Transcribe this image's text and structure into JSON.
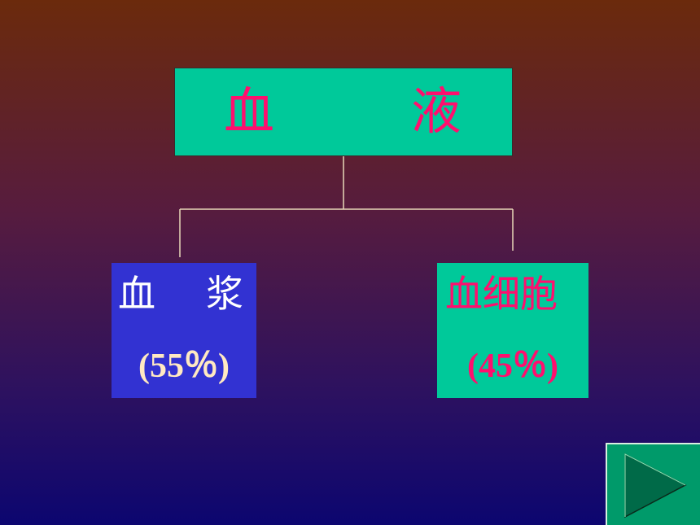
{
  "root": {
    "char_1": "血",
    "char_2": "液"
  },
  "left": {
    "char_1": "血",
    "char_2": "浆",
    "percent": "(55％)"
  },
  "right": {
    "label": "血细胞",
    "percent": "(45％)"
  },
  "colors": {
    "green_box": "#00c99a",
    "blue_box": "#3232d2",
    "pink_text": "#ff0f6e",
    "cream_text": "#ffe9c2",
    "line": "#e8d8b8"
  },
  "icons": {
    "next": "play-arrow-icon"
  }
}
